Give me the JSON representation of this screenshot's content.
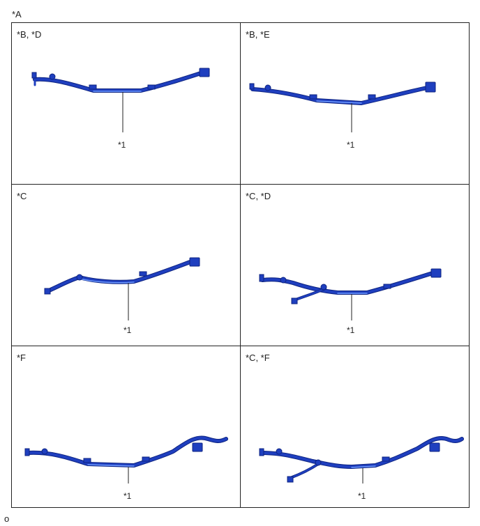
{
  "figure_label": "*A",
  "footer_mark": "o",
  "panels": [
    {
      "label": "*B, *D",
      "callout": "*1"
    },
    {
      "label": "*B, *E",
      "callout": "*1"
    },
    {
      "label": "*C",
      "callout": "*1"
    },
    {
      "label": "*C, *D",
      "callout": "*1"
    },
    {
      "label": "*F",
      "callout": "*1"
    },
    {
      "label": "*C, *F",
      "callout": "*1"
    }
  ],
  "colors": {
    "harness": "#1f3fbf",
    "harness_highlight": "#6f9bff",
    "harness_dark": "#0d2380",
    "frame": "#222222"
  }
}
